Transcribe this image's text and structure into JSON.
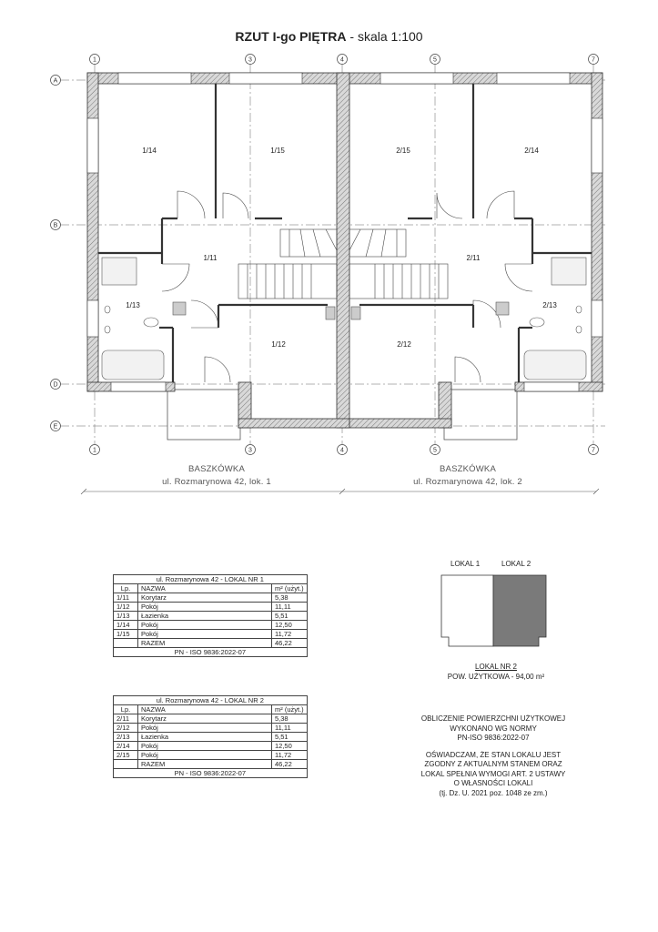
{
  "title": {
    "bold": "RZUT I-go PIĘTRA",
    "rest": " - skala 1:100"
  },
  "axes": {
    "top": [
      "1",
      "3",
      "4",
      "5",
      "7"
    ],
    "left": [
      "A",
      "B",
      "D",
      "E"
    ]
  },
  "rooms": [
    "1/14",
    "1/15",
    "2/15",
    "2/14",
    "1/11",
    "2/11",
    "1/13",
    "2/13",
    "1/12",
    "2/12"
  ],
  "units": [
    {
      "name": "BASZKÓWKA",
      "address": "ul. Rozmarynowa 42, lok. 1"
    },
    {
      "name": "BASZKÓWKA",
      "address": "ul. Rozmarynowa 42, lok. 2"
    }
  ],
  "tables": [
    {
      "title": "ul. Rozmarynowa 42 - LOKAL NR 1",
      "headers": [
        "Lp.",
        "NAZWA",
        "m² (użyt.)"
      ],
      "rows": [
        [
          "1/11",
          "Korytarz",
          "5,38"
        ],
        [
          "1/12",
          "Pokój",
          "11,11"
        ],
        [
          "1/13",
          "Łazienka",
          "5,51"
        ],
        [
          "1/14",
          "Pokój",
          "12,50"
        ],
        [
          "1/15",
          "Pokój",
          "11,72"
        ]
      ],
      "total_label": "RAZEM",
      "total": "46,22",
      "norm": "PN - ISO 9836:2022-07"
    },
    {
      "title": "ul. Rozmarynowa 42 - LOKAL NR 2",
      "headers": [
        "Lp.",
        "NAZWA",
        "m² (użyt.)"
      ],
      "rows": [
        [
          "2/11",
          "Korytarz",
          "5,38"
        ],
        [
          "2/12",
          "Pokój",
          "11,11"
        ],
        [
          "2/13",
          "Łazienka",
          "5,51"
        ],
        [
          "2/14",
          "Pokój",
          "12,50"
        ],
        [
          "2/15",
          "Pokój",
          "11,72"
        ]
      ],
      "total_label": "RAZEM",
      "total": "46,22",
      "norm": "PN - ISO 9836:2022-07"
    }
  ],
  "legend": {
    "lokal1": "LOKAL 1",
    "lokal2": "LOKAL 2",
    "caption_line1": "LOKAL NR 2",
    "caption_line2": "POW. UŻYTKOWA - 94,00 m²",
    "colors": {
      "lokal1": "#ffffff",
      "lokal2": "#7a7a7a"
    }
  },
  "notes": {
    "p1": [
      "OBLICZENIE POWIERZCHNI UŻYTKOWEJ",
      "WYKONANO WG NORMY",
      "PN-ISO 9836:2022-07"
    ],
    "p2": [
      "OŚWIADCZAM, ŻE STAN LOKALU JEST",
      "ZGODNY Z AKTUALNYM STANEM ORAZ",
      "LOKAL SPEŁNIA WYMOGI ART. 2 USTAWY",
      "O WŁASNOŚCI LOKALI",
      "(tj. Dz. U. 2021 poz. 1048 ze zm.)"
    ]
  }
}
